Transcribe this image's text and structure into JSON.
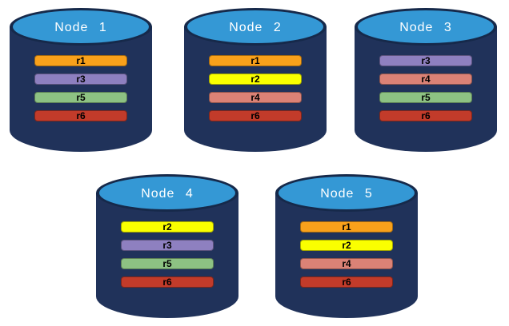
{
  "colors": {
    "cylinder_body": "#20325A",
    "cylinder_ring": "#16294A",
    "cylinder_top": "#3498D5",
    "title_text": "#FFFFFF",
    "bar_text": "#000000",
    "background": "#FFFFFF"
  },
  "replica_colors": {
    "r1": "#F9A11B",
    "r2": "#FAFF00",
    "r3": "#8E80C0",
    "r4": "#DB8276",
    "r5": "#8DC283",
    "r6": "#C23B2A"
  },
  "nodes": [
    {
      "label": "Node 1",
      "replicas": [
        "r1",
        "r3",
        "r5",
        "r6"
      ]
    },
    {
      "label": "Node 2",
      "replicas": [
        "r1",
        "r2",
        "r4",
        "r6"
      ]
    },
    {
      "label": "Node 3",
      "replicas": [
        "r3",
        "r4",
        "r5",
        "r6"
      ]
    },
    {
      "label": "Node 4",
      "replicas": [
        "r2",
        "r3",
        "r5",
        "r6"
      ]
    },
    {
      "label": "Node 5",
      "replicas": [
        "r1",
        "r2",
        "r4",
        "r6"
      ]
    }
  ]
}
